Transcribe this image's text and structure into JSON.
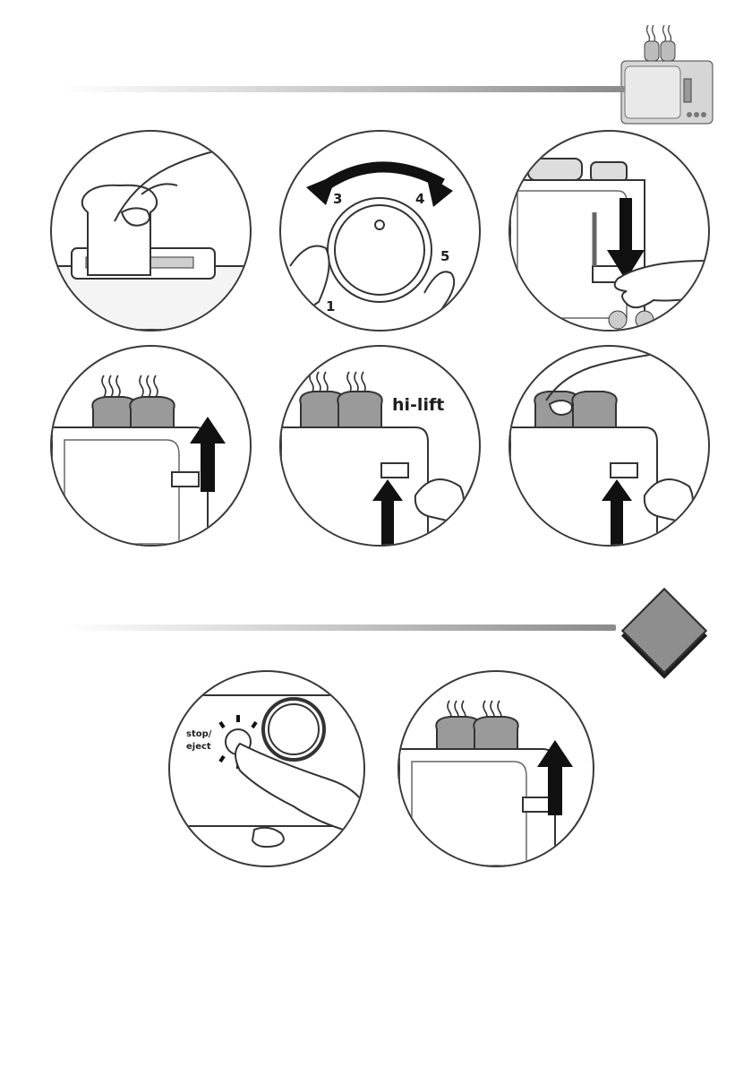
{
  "section1": {
    "dial_numbers": [
      "3",
      "4",
      "5",
      "1"
    ],
    "hi_lift_label": "hi-lift"
  },
  "section2": {
    "stop_eject_line1": "stop/",
    "stop_eject_line2": "eject"
  }
}
